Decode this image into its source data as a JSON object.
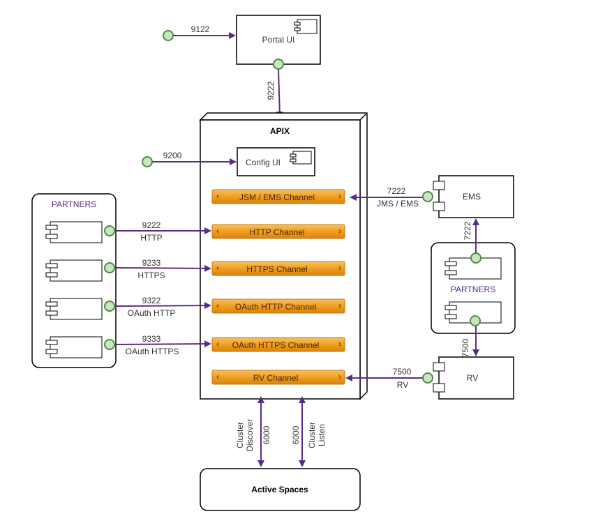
{
  "portal": {
    "label": "Portal UI",
    "port_in": "9122",
    "port_out": "9222"
  },
  "apix": {
    "label": "APIX",
    "config_ui": {
      "label": "Config UI",
      "port": "9200"
    },
    "channels": {
      "jms": "JSM / EMS Channel",
      "http": "HTTP Channel",
      "https": "HTTPS Channel",
      "oauth_http": "OAuth HTTP Channel",
      "oauth_https": "OAuth HTTPS Channel",
      "rv": "RV Channel"
    }
  },
  "partners_left": {
    "label": "PARTNERS",
    "connections": [
      {
        "port": "9222",
        "protocol": "HTTP"
      },
      {
        "port": "9233",
        "protocol": "HTTPS"
      },
      {
        "port": "9322",
        "protocol": "OAuth HTTP"
      },
      {
        "port": "9333",
        "protocol": "OAuth HTTPS"
      }
    ]
  },
  "ems": {
    "label": "EMS",
    "port": "7222",
    "protocol": "JMS / EMS",
    "partners_port": "7222"
  },
  "partners_right": {
    "label": "PARTNERS"
  },
  "rv": {
    "label": "RV",
    "port": "7500",
    "protocol": "RV",
    "partners_port": "7500"
  },
  "active_spaces": {
    "label": "Active Spaces",
    "discover": {
      "port": "6000",
      "line1": "Cluster",
      "line2": "Discover"
    },
    "listen": {
      "port": "6000",
      "line1": "Cluster",
      "line2": "Listen"
    }
  },
  "colors": {
    "arrow": "#5b2c83",
    "port_fill": "#c8e6c0",
    "port_stroke": "#4f8a43",
    "channel_fill": "#f0a02a",
    "box_stroke": "#000000"
  }
}
